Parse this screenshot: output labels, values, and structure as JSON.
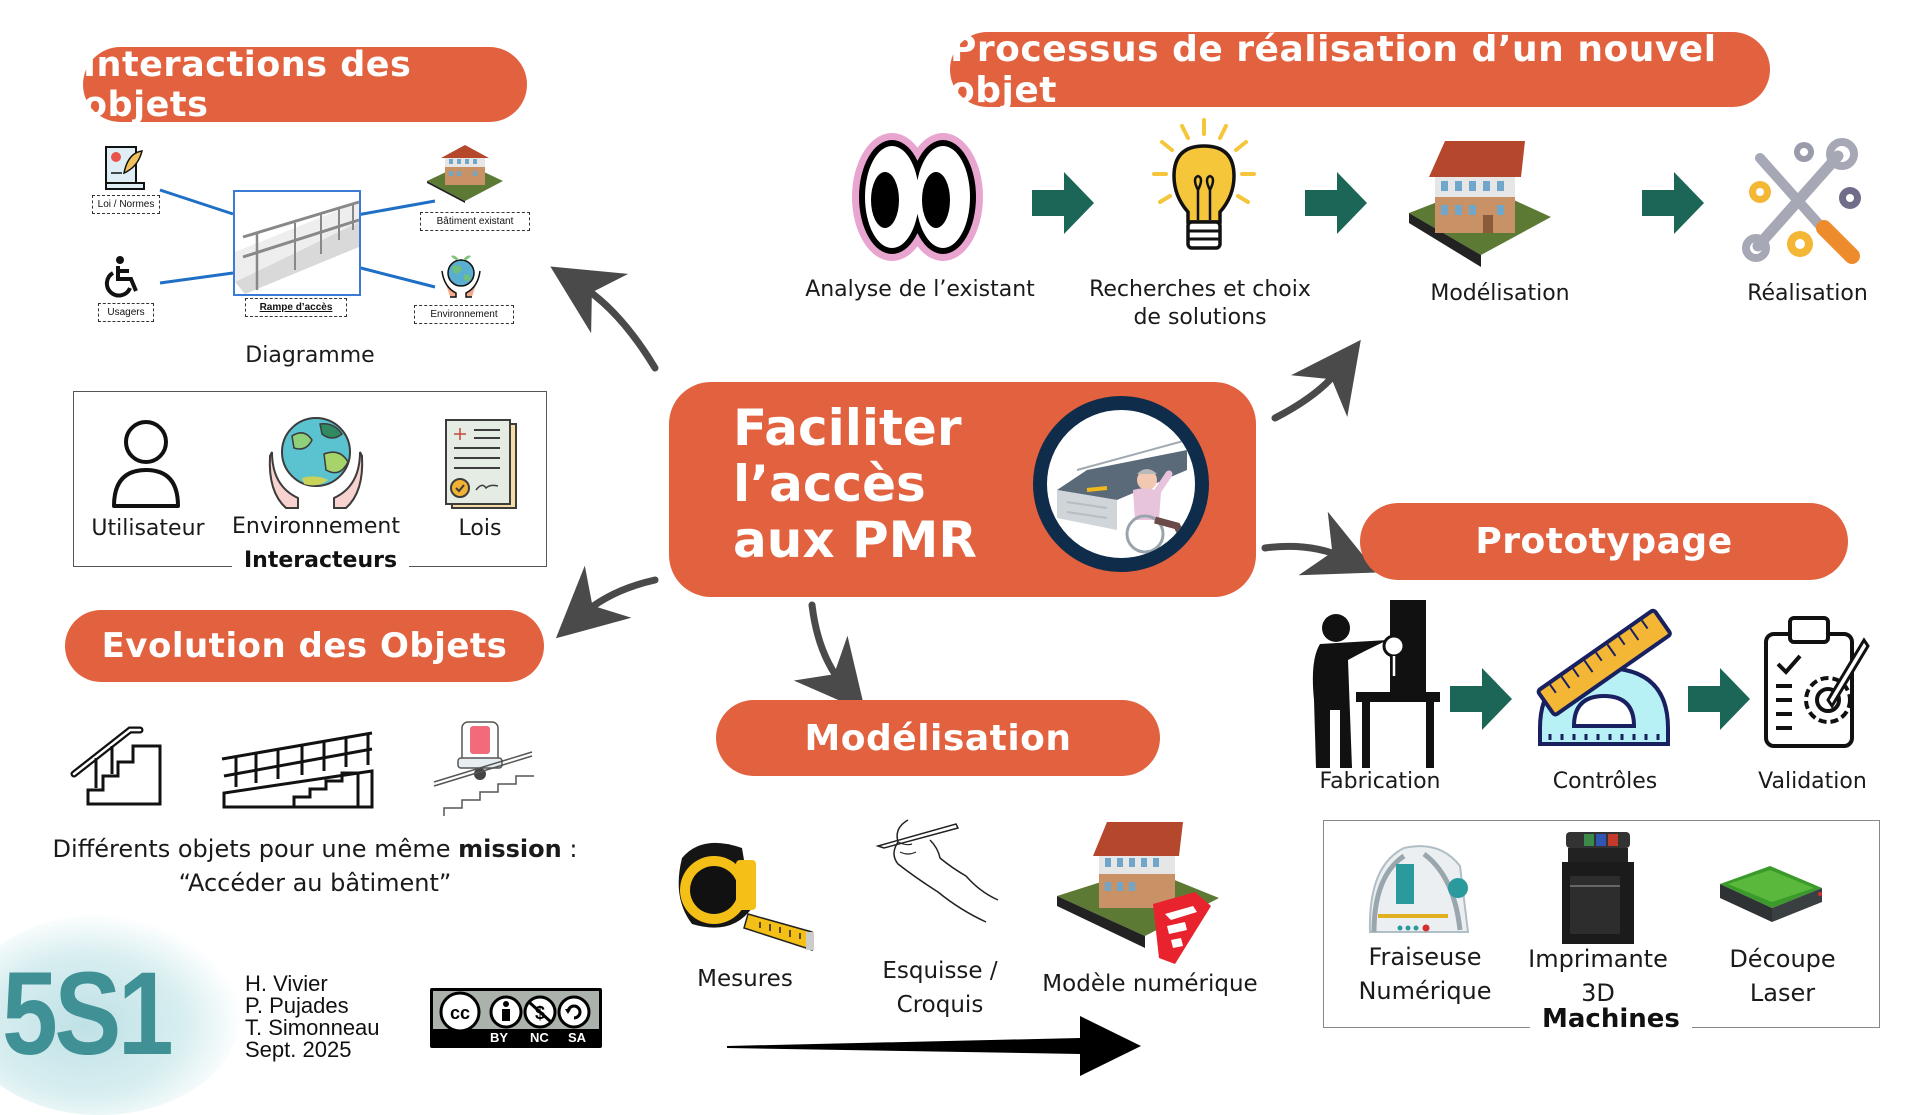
{
  "center": {
    "title_line1": "Faciliter",
    "title_line2": "l’accès",
    "title_line3": "aux PMR",
    "image": "wheelchair-ramp-illustration"
  },
  "interactions": {
    "title": "Interactions des objets",
    "diagram": {
      "nodes": [
        {
          "label": "Loi / Normes",
          "icon": "law-scroll-icon"
        },
        {
          "label": "Usagers",
          "icon": "wheelchair-icon"
        },
        {
          "label": "Bâtiment existant",
          "icon": "building-icon"
        },
        {
          "label": "Environnement",
          "icon": "earth-hands-icon"
        }
      ],
      "center_label": "Rampe d’accès",
      "caption": "Diagramme"
    },
    "interacteurs": {
      "title": "Interacteurs",
      "items": [
        {
          "label": "Utilisateur",
          "icon": "user-icon"
        },
        {
          "label": "Environnement",
          "icon": "earth-hands-icon"
        },
        {
          "label": "Lois",
          "icon": "legal-document-icon"
        }
      ]
    }
  },
  "evolution": {
    "title": "Evolution des Objets",
    "items": [
      {
        "icon": "stairs-handrail-icon"
      },
      {
        "icon": "ramp-stairs-icon"
      },
      {
        "icon": "stairlift-icon"
      }
    ],
    "text_prefix": "Différents objets pour une même ",
    "text_bold": "mission",
    "text_suffix": " :",
    "quote": "“Accéder au bâtiment”"
  },
  "processus": {
    "title": "Processus de réalisation d’un nouvel objet",
    "steps": [
      {
        "label": "Analyse de l’existant",
        "icon": "eyes-icon"
      },
      {
        "label": "Recherches et choix de solutions",
        "icon": "lightbulb-icon"
      },
      {
        "label": "Modélisation",
        "icon": "3d-building-icon"
      },
      {
        "label": "Réalisation",
        "icon": "tools-gears-icon"
      }
    ]
  },
  "prototypage": {
    "title": "Prototypage",
    "steps": [
      {
        "label": "Fabrication",
        "icon": "drill-press-worker-icon"
      },
      {
        "label": "Contrôles",
        "icon": "ruler-protractor-icon"
      },
      {
        "label": "Validation",
        "icon": "clipboard-gear-icon"
      }
    ],
    "machines": {
      "title": "Machines",
      "items": [
        {
          "label_line1": "Fraiseuse",
          "label_line2": "Numérique"
        },
        {
          "label_line1": "Imprimante",
          "label_line2": "3D"
        },
        {
          "label_line1": "Découpe",
          "label_line2": "Laser"
        }
      ]
    }
  },
  "modelisation": {
    "title": "Modélisation",
    "steps": [
      {
        "label": "Mesures",
        "icon": "tape-measure-icon"
      },
      {
        "label_line1": "Esquisse /",
        "label_line2": "Croquis",
        "icon": "hand-sketch-icon"
      },
      {
        "label": "Modèle numérique",
        "icon": "sketchup-building-icon"
      }
    ]
  },
  "footer": {
    "logo": "5S1",
    "authors": [
      "H. Vivier",
      "P. Pujades",
      "T. Simonneau",
      "Sept. 2025"
    ],
    "license": {
      "badge": "cc",
      "parts": [
        "BY",
        "NC",
        "SA"
      ]
    }
  },
  "colors": {
    "accent": "#e2613e",
    "arrow_green": "#1b6656",
    "arrow_gray": "#4a4a4a",
    "logo_teal": "#3f9196",
    "diagram_blue": "#1f6fc5",
    "circle_navy": "#0f2c4a"
  }
}
